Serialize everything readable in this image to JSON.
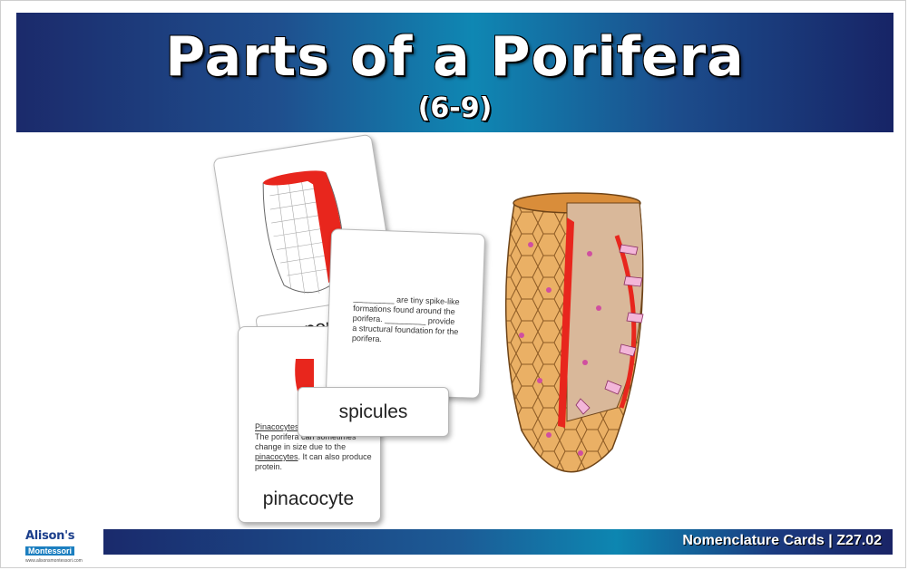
{
  "header": {
    "title": "Parts of a Porifera",
    "subtitle": "(6-9)"
  },
  "cards": {
    "card1_label": "spong",
    "card2_text": "_________ are tiny spike-like formations found around the porifera. _________ provide a structural foundation for the porifera.",
    "card3_label": "spicules",
    "card4_text_lead": "Pinacocytes",
    "card4_text_rest": " around the porifera. The porifera can sometimes change in size due to the ",
    "card4_text_link": "pinacocytes",
    "card4_text_end": ". It can also produce protein.",
    "card4_label": "pinacocyte"
  },
  "footer": {
    "text": "Nomenclature Cards | Z27.02",
    "logo_top": "Alison's",
    "logo_mid": "Montessori",
    "logo_url": "www.alisonsmontessori.com"
  },
  "colors": {
    "highlight_red": "#e8261d",
    "sponge_orange": "#e9a24a",
    "banner_dark": "#1b2a6b",
    "banner_light": "#0f87b3"
  },
  "icons": {
    "sponge_illustration": "porifera-cross-section-illustration",
    "card_sponge": "sponge-outline-illustration"
  }
}
